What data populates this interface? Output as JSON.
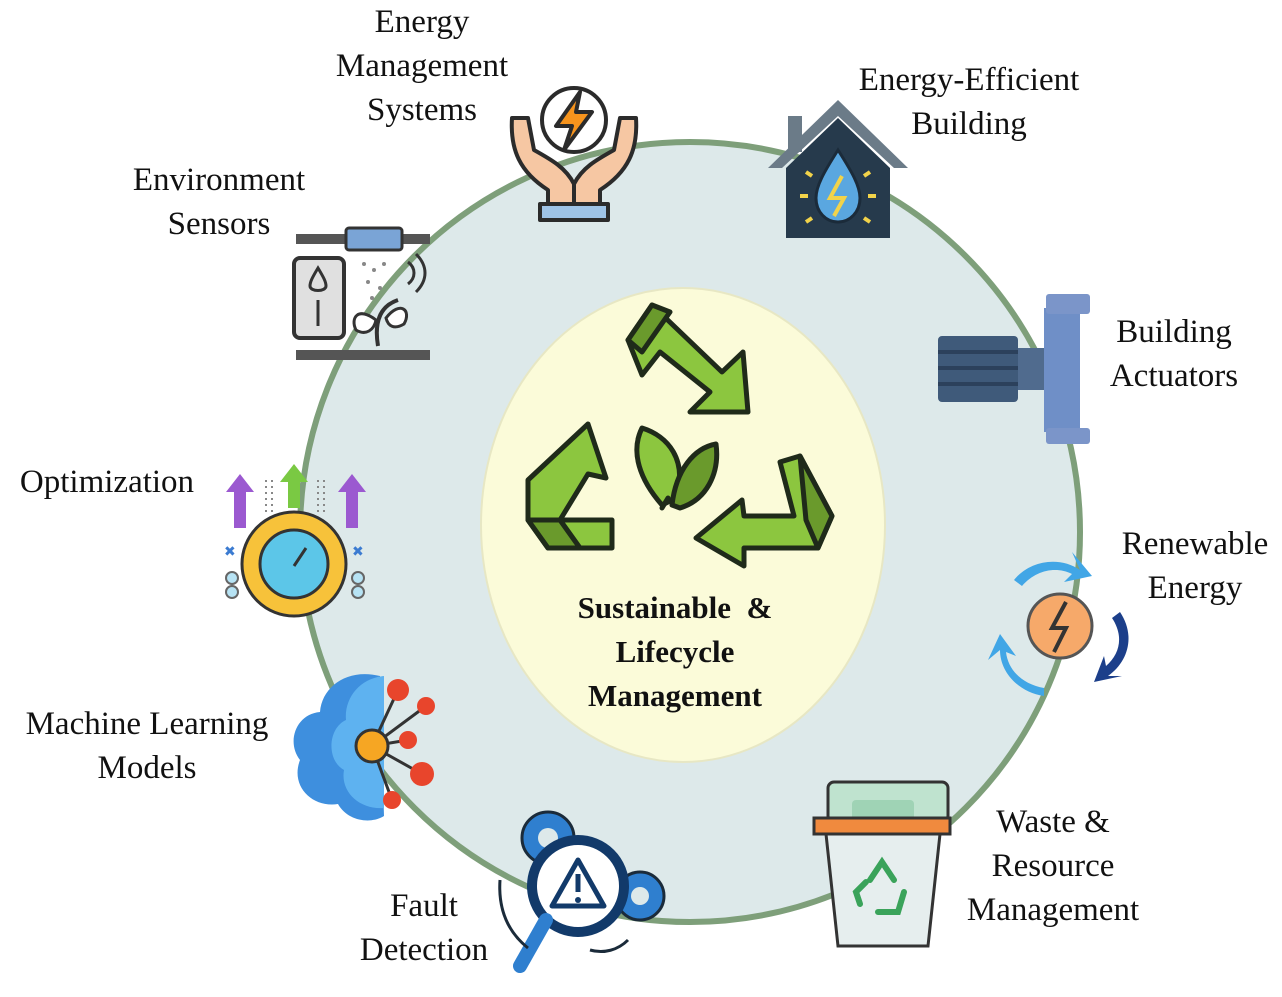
{
  "center": {
    "lines": [
      "Sustainable  &",
      "Lifecycle",
      "Management"
    ],
    "icon": "recycle-leaf-icon"
  },
  "nodes": [
    {
      "id": "energy-management-systems",
      "lines": [
        "Energy",
        "Management",
        "Systems"
      ],
      "icon": "hands-energy-icon"
    },
    {
      "id": "energy-efficient-building",
      "lines": [
        "Energy-Efficient",
        "Building"
      ],
      "icon": "house-energy-drop-icon"
    },
    {
      "id": "building-actuators",
      "lines": [
        "Building",
        "Actuators"
      ],
      "icon": "pump-motor-icon"
    },
    {
      "id": "renewable-energy",
      "lines": [
        "Renewable",
        "Energy"
      ],
      "icon": "energy-cycle-icon"
    },
    {
      "id": "waste-resource-management",
      "lines": [
        "Waste &",
        "Resource",
        "Management"
      ],
      "icon": "recycle-bin-icon"
    },
    {
      "id": "fault-detection",
      "lines": [
        "Fault",
        "Detection"
      ],
      "icon": "magnifier-warning-gears-icon"
    },
    {
      "id": "machine-learning-models",
      "lines": [
        "Machine Learning",
        "Models"
      ],
      "icon": "cloud-network-icon"
    },
    {
      "id": "optimization",
      "lines": [
        "Optimization"
      ],
      "icon": "gear-gauge-arrows-icon"
    },
    {
      "id": "environment-sensors",
      "lines": [
        "Environment",
        "Sensors"
      ],
      "icon": "plant-sensor-icon"
    }
  ],
  "colors": {
    "outer_circle_fill": "#dde9ea",
    "outer_circle_stroke": "#7e9f7a",
    "inner_circle_fill": "#fbfbd9",
    "recycle_green": "#8cc63f",
    "recycle_dark": "#6a9a2c"
  }
}
